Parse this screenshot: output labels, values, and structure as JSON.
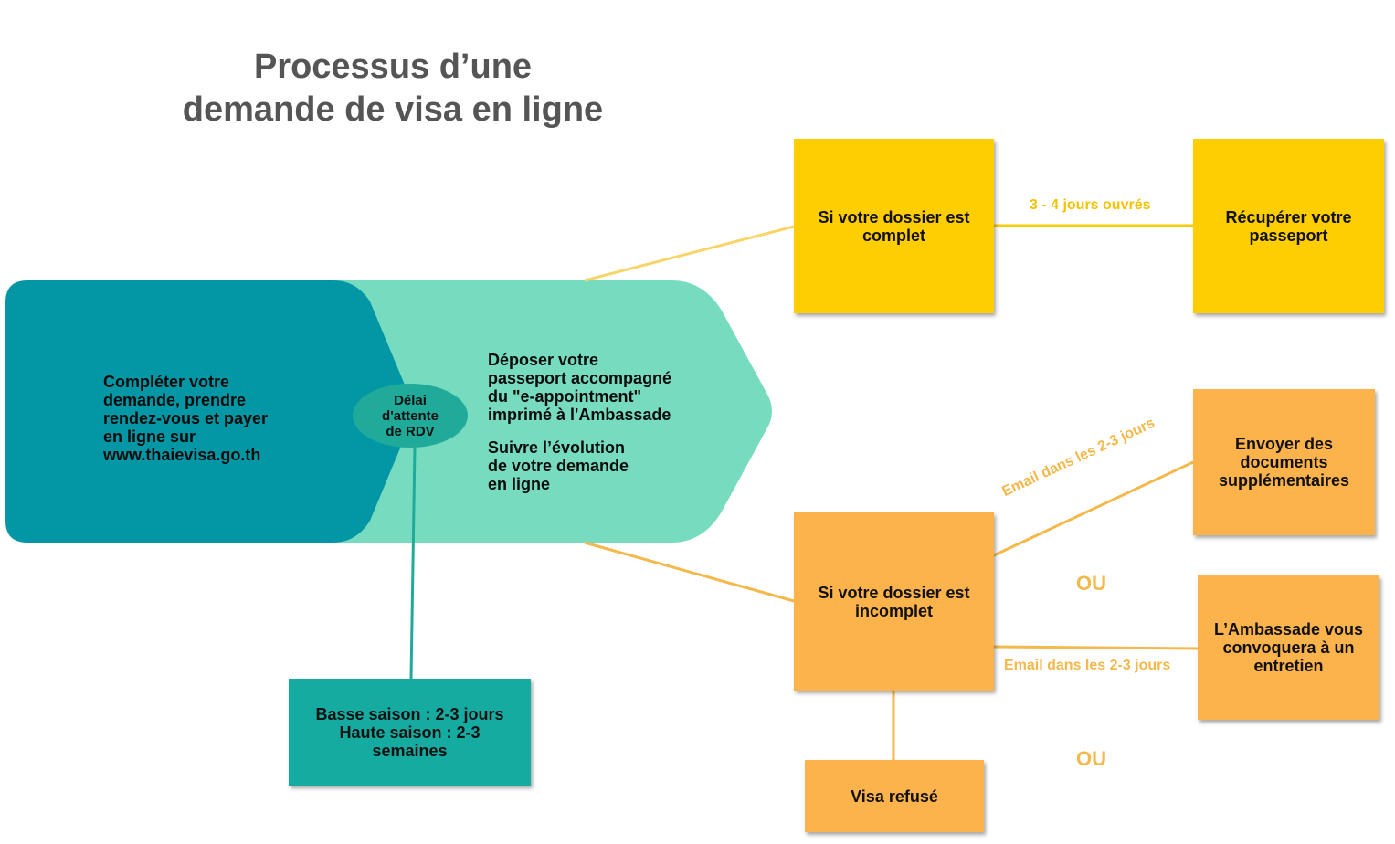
{
  "title": [
    "Processus d’une",
    "demande de visa en ligne"
  ],
  "colors": {
    "dark_teal": "#0397a6",
    "light_teal": "#77dcbf",
    "yellow": "#fecd02",
    "orange": "#fdb34c",
    "teal_box": "#15aba0",
    "label_orange": "#f5b84a"
  },
  "steps": {
    "step1": "Compléter votre\ndemande, prendre\nrendez-vous et payer\nen ligne sur\nwww.thaievisa.go.th",
    "step2": "Déposer votre\npasseport accompagné\ndu  \"e-appointment\"\nimprimé à l'Ambassade",
    "step2_followup": "Suivre l’évolution\nde votre demande\nen ligne"
  },
  "waiting_bubble": "Délai\nd'attente\nde RDV",
  "waiting_box": "Basse saison : 2-3 jours\nHaute saison : 2-3\nsemaines",
  "complete": {
    "condition": "Si votre dossier est\ncomplet",
    "delay_label": "3 - 4 jours ouvrés",
    "result": "Récupérer votre\npasseport"
  },
  "incomplete": {
    "condition": "Si votre dossier est\nincomplet",
    "email_label_1": "Email dans les 2-3 jours",
    "outcome_1": "Envoyer des\ndocuments\nsupplémentaires",
    "or_1": "OU",
    "email_label_2": "Email dans les 2-3 jours",
    "outcome_2": "L’Ambassade vous\nconvoquera à un\nentretien",
    "or_2": "OU",
    "outcome_3": "Visa refusé"
  }
}
